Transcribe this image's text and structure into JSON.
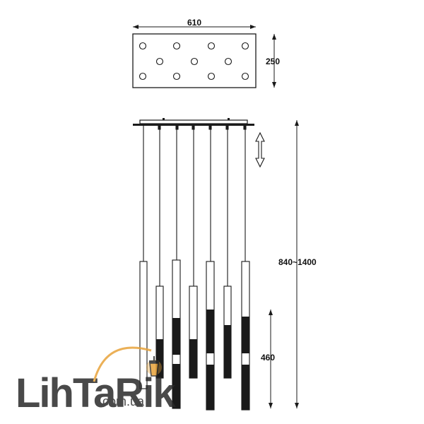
{
  "dimensions": {
    "width": "610",
    "depth": "250",
    "height_range": "840~1400",
    "pendant_length": "460"
  },
  "logo": {
    "brand": "LihTaRik",
    "domain": ".com.ua"
  },
  "colors": {
    "line": "#1a1a1a",
    "background": "#ffffff",
    "logo_text": "#2a2a2a",
    "lamp_glow": "#e8a33a"
  }
}
